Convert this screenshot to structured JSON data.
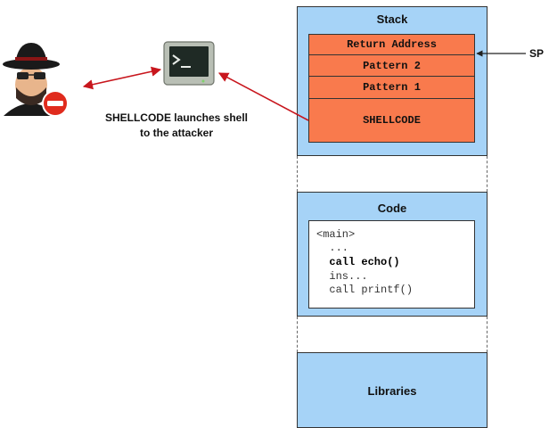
{
  "stack": {
    "title": "Stack",
    "frames": [
      "Return Address",
      "Pattern 2",
      "Pattern 1",
      "SHELLCODE"
    ],
    "pointer_label": "SP"
  },
  "code": {
    "title": "Code",
    "lines": [
      "<main>",
      "  ...",
      "  call echo()",
      "  ins...",
      "  call printf()"
    ]
  },
  "libraries": {
    "title": "Libraries"
  },
  "caption": {
    "line1": "SHELLCODE launches shell",
    "line2": "to the attacker"
  },
  "colors": {
    "memory_block": "#a6d3f7",
    "stack_frame": "#f97a4d",
    "arrow": "#c8161d"
  },
  "icons": {
    "attacker": "hacker-spy-icon",
    "terminal": "terminal-icon"
  }
}
